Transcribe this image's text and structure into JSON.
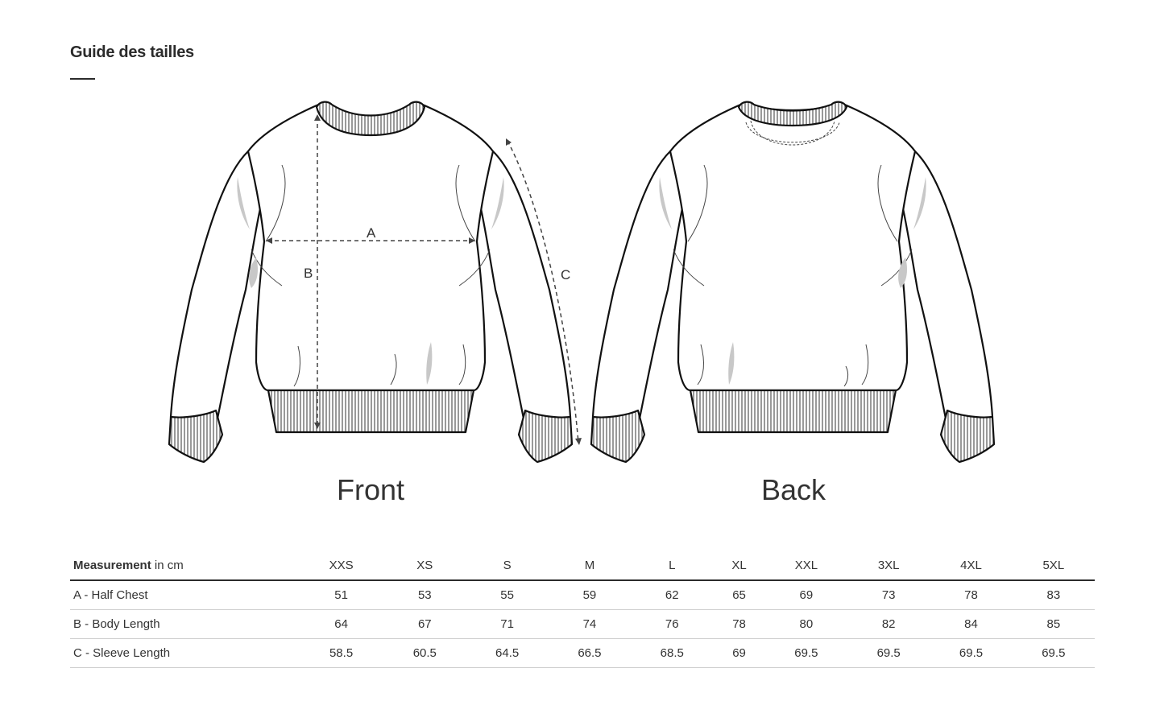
{
  "page": {
    "title": "Guide des tailles"
  },
  "views": {
    "front": "Front",
    "back": "Back"
  },
  "measure_labels": {
    "a": "A",
    "b": "B",
    "c": "C"
  },
  "table": {
    "header_bold": "Measurement",
    "header_unit": " in cm",
    "sizes": [
      "XXS",
      "XS",
      "S",
      "M",
      "L",
      "XL",
      "XXL",
      "3XL",
      "4XL",
      "5XL"
    ],
    "rows": [
      {
        "label": "A - Half Chest",
        "values": [
          "51",
          "53",
          "55",
          "59",
          "62",
          "65",
          "69",
          "73",
          "78",
          "83"
        ]
      },
      {
        "label": "B - Body Length",
        "values": [
          "64",
          "67",
          "71",
          "74",
          "76",
          "78",
          "80",
          "82",
          "84",
          "85"
        ]
      },
      {
        "label": "C - Sleeve Length",
        "values": [
          "58.5",
          "60.5",
          "64.5",
          "66.5",
          "68.5",
          "69",
          "69.5",
          "69.5",
          "69.5",
          "69.5"
        ]
      }
    ]
  }
}
